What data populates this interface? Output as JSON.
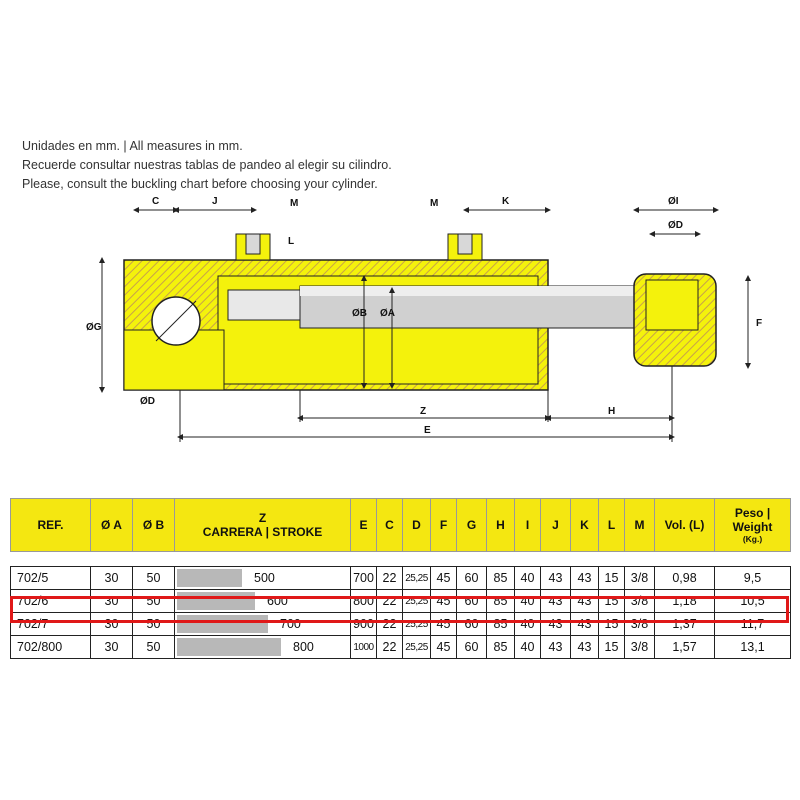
{
  "notes": {
    "line1": "Unidades en mm.  |  All measures in mm.",
    "line2": "Recuerde consultar nuestras tablas de pandeo al elegir su cilindro.",
    "line3": "Please, consult the buckling chart before choosing your cylinder."
  },
  "diagram": {
    "labels": {
      "c": "C",
      "j": "J",
      "m1": "M",
      "m2": "M",
      "k": "K",
      "l": "L",
      "g": "ØG",
      "d_pin": "ØD",
      "b": "ØB",
      "a": "ØA",
      "z": "Z",
      "e": "E",
      "h": "H",
      "i": "ØI",
      "d": "ØD",
      "f": "F"
    },
    "colors": {
      "body": "#f4f20c",
      "hatch": "#c8a24a",
      "rod": "#d0d0d0",
      "outline": "#222222"
    }
  },
  "table": {
    "headers": {
      "ref": "REF.",
      "a": "Ø A",
      "b": "Ø B",
      "z_top": "Z",
      "z_bottom": "CARRERA | STROKE",
      "e": "E",
      "c": "C",
      "d": "D",
      "f": "F",
      "g": "G",
      "h": "H",
      "i": "I",
      "j": "J",
      "k": "K",
      "l": "L",
      "m": "M",
      "vol": "Vol. (L)",
      "weight_top": "Peso | Weight",
      "weight_bottom": "(Kg.)"
    },
    "rows": [
      {
        "ref": "702/5",
        "a": "30",
        "b": "50",
        "stroke": "500",
        "stroke_fraction": 0.625,
        "e": "700",
        "c": "22",
        "d": "25,25",
        "f": "45",
        "g": "60",
        "h": "85",
        "i": "40",
        "j": "43",
        "k": "43",
        "l": "15",
        "m": "3/8",
        "vol": "0,98",
        "weight": "9,5"
      },
      {
        "ref": "702/6",
        "a": "30",
        "b": "50",
        "stroke": "600",
        "stroke_fraction": 0.75,
        "e": "800",
        "c": "22",
        "d": "25,25",
        "f": "45",
        "g": "60",
        "h": "85",
        "i": "40",
        "j": "43",
        "k": "43",
        "l": "15",
        "m": "3/8",
        "vol": "1,18",
        "weight": "10,5"
      },
      {
        "ref": "702/7",
        "a": "30",
        "b": "50",
        "stroke": "700",
        "stroke_fraction": 0.875,
        "e": "900",
        "c": "22",
        "d": "25,25",
        "f": "45",
        "g": "60",
        "h": "85",
        "i": "40",
        "j": "43",
        "k": "43",
        "l": "15",
        "m": "3/8",
        "vol": "1,37",
        "weight": "11,7"
      },
      {
        "ref": "702/800",
        "a": "30",
        "b": "50",
        "stroke": "800",
        "stroke_fraction": 1.0,
        "e": "1000",
        "c": "22",
        "d": "25,25",
        "f": "45",
        "g": "60",
        "h": "85",
        "i": "40",
        "j": "43",
        "k": "43",
        "l": "15",
        "m": "3/8",
        "vol": "1,57",
        "weight": "13,1"
      }
    ],
    "highlight_color": "#e01818",
    "header_color": "#f4e711"
  }
}
